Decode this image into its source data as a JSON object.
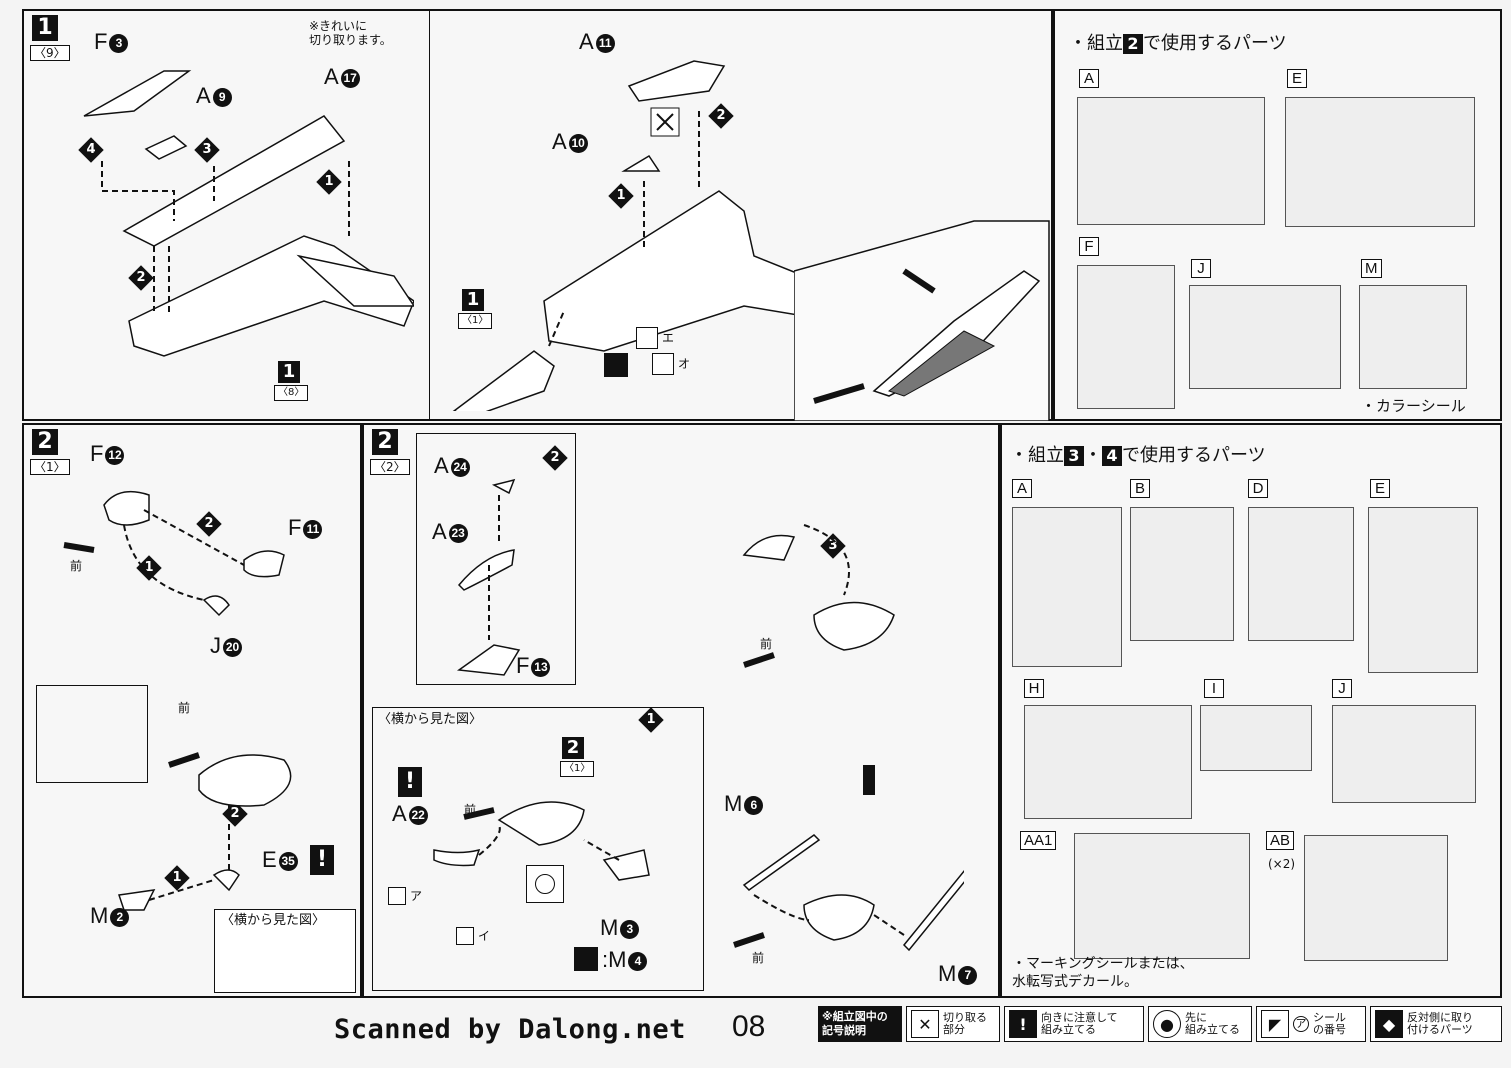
{
  "step1": {
    "num": "1",
    "sub": "〈9〉",
    "note": "※きれいに\n切り取ります。",
    "parts": [
      "F",
      "A",
      "A",
      "A",
      "A"
    ],
    "part_nums": [
      "3",
      "9",
      "17",
      "11",
      "10"
    ],
    "arrows": [
      "4",
      "3",
      "1",
      "2",
      "2",
      "1"
    ],
    "ref1": {
      "num": "1",
      "sub": "〈8〉"
    },
    "ref2": {
      "num": "1",
      "sub": "〈1〉"
    },
    "sticker1": "エ",
    "sticker2": "オ"
  },
  "step2a": {
    "num": "2",
    "sub": "〈1〉",
    "parts": [
      "F",
      "F",
      "J",
      "E",
      "M"
    ],
    "part_nums": [
      "12",
      "11",
      "20",
      "35",
      "2"
    ],
    "front": "前",
    "side_view": "〈横から見た図〉",
    "arrows": [
      "2",
      "1",
      "2",
      "1"
    ]
  },
  "step2b": {
    "num": "2",
    "sub": "〈2〉",
    "parts": [
      "A",
      "A",
      "F",
      "A",
      "M",
      "M",
      "M",
      "M"
    ],
    "part_nums": [
      "24",
      "23",
      "13",
      "22",
      "3",
      "4",
      "6",
      "7"
    ],
    "front": "前",
    "side_view": "〈横から見た図〉",
    "arrows": [
      "2",
      "3",
      "1"
    ],
    "ref": {
      "num": "2",
      "sub": "〈1〉"
    },
    "sticker1": "ア",
    "sticker2": "イ"
  },
  "parts_top": {
    "title_pre": "・組立",
    "title_num": "2",
    "title_post": "で使用するパーツ",
    "runners": [
      "A",
      "E",
      "F",
      "J",
      "M"
    ],
    "color_seal": "・カラーシール"
  },
  "parts_bottom": {
    "title_pre": "・組立",
    "title_num1": "3",
    "title_sep": "・",
    "title_num2": "4",
    "title_post": "で使用するパーツ",
    "runners": [
      "A",
      "B",
      "D",
      "E",
      "H",
      "I",
      "J",
      "AA1",
      "AB"
    ],
    "ab_count": "(×2)",
    "marking_note": "・マーキングシールまたは、\n水転写式デカール。"
  },
  "footer": {
    "scanned": "Scanned by Dalong.net",
    "page": "08",
    "legend_title": "※組立図中の\n記号説明",
    "legend": [
      {
        "icon": "cut-icon",
        "text": "切り取る\n部分"
      },
      {
        "icon": "warning-icon",
        "text": "向きに注意して\n組み立てる"
      },
      {
        "icon": "first-assemble-icon",
        "text": "先に\n組み立てる"
      },
      {
        "icon": "sticker-number-icon",
        "text": "シール\nの番号",
        "mark": "ア"
      },
      {
        "icon": "mirror-icon",
        "text": "反対側に取り\n付けるパーツ"
      }
    ]
  }
}
